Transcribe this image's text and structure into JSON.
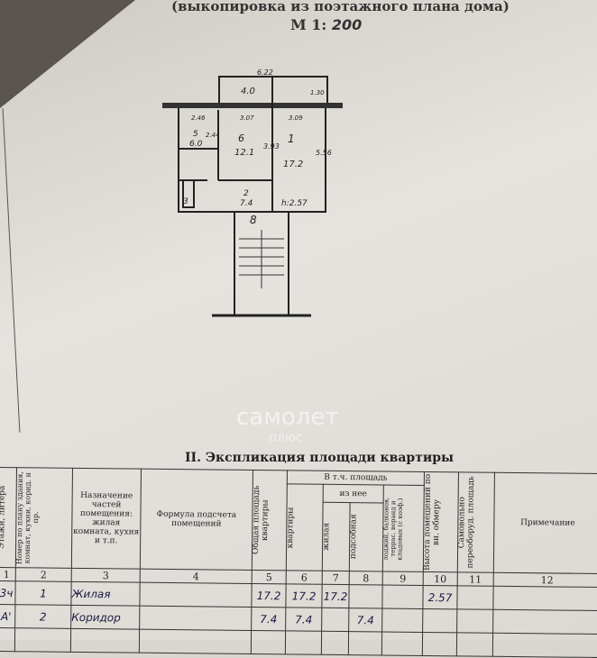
{
  "header": {
    "subtitle": "(выкопировка из поэтажного плана дома)",
    "scale_label": "М 1:",
    "scale_value": "200"
  },
  "plan": {
    "overall_width": "6.22",
    "balcony_area": "4.0",
    "balcony_depth": "1.30",
    "dims": [
      "2.46",
      "3.07",
      "3.09",
      "2.44",
      "3.93",
      "5.56"
    ],
    "rooms": [
      {
        "no": "1",
        "area": "17.2"
      },
      {
        "no": "2",
        "area": "7.4"
      },
      {
        "no": "3",
        "area": ""
      },
      {
        "no": "5",
        "area": "6.0"
      },
      {
        "no": "6",
        "area": "12.1"
      },
      {
        "no": "8",
        "area": ""
      }
    ],
    "height": "h:2.57"
  },
  "watermark": {
    "line1": "самолет",
    "line2": "плюс"
  },
  "table": {
    "title": "II. Экспликация площади квартиры",
    "headers": {
      "c1": "Этажи, литера",
      "c2": "Номер по плану здания, комнат, кухни, корид. и пр.",
      "c3": "Назначение частей помещения: жилая комната, кухня и т.п.",
      "c4": "Формула подсчета помещений",
      "c5": "Общая площадь квартиры",
      "group": "В т.ч. площадь",
      "c6": "квартиры",
      "sub": "из нее",
      "c7": "жилая",
      "c8": "подсобная",
      "c9": "лоджий, балконов, террас, веранд и кладовых (с коэф.)",
      "c10": "Высота помещений по вн. обмеру",
      "c11": "Самовольно переоборуд. площадь",
      "c12": "Примечание"
    },
    "col_numbers": [
      "1",
      "2",
      "3",
      "4",
      "5",
      "6",
      "7",
      "8",
      "9",
      "10",
      "11",
      "12"
    ],
    "rows": [
      {
        "floor": "3ч",
        "no": "1",
        "name": "Жилая",
        "c5": "17.2",
        "c6": "17.2",
        "c7": "17.2",
        "c8": "",
        "c10": "2.57"
      },
      {
        "floor": "А'",
        "no": "2",
        "name": "Коридор",
        "c5": "7.4",
        "c6": "7.4",
        "c7": "",
        "c8": "7.4",
        "c10": ""
      }
    ]
  }
}
